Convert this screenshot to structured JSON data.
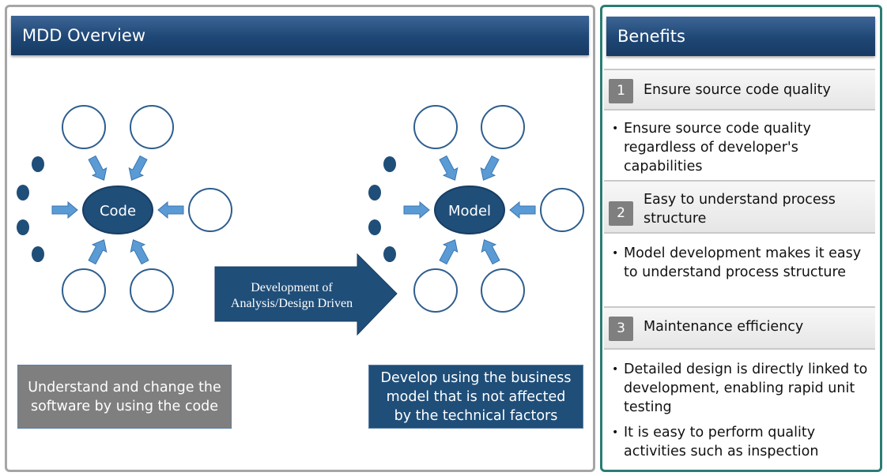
{
  "overview": {
    "title": "MDD Overview",
    "left_hub": "Code",
    "right_hub": "Model",
    "arrow_label_line1": "Development of",
    "arrow_label_line2": "Analysis/Design Driven",
    "caption_code": "Understand and change the software by using the code",
    "caption_model": "Develop using the business model that is not affected by the technical factors"
  },
  "benefits": {
    "title": "Benefits",
    "items": [
      {
        "number": "1",
        "title": "Ensure source code quality",
        "details": [
          "Ensure source code quality regardless of developer's capabilities"
        ]
      },
      {
        "number": "2",
        "title": "Easy to understand process structure",
        "details": [
          "Model development makes it easy to understand process structure"
        ]
      },
      {
        "number": "3",
        "title": "Maintenance efficiency",
        "details": [
          "Detailed design is directly linked to development, enabling rapid unit testing",
          "It is easy to perform quality activities such as inspection"
        ]
      }
    ]
  },
  "colors": {
    "header_blue": "#1f4775",
    "hub_fill": "#1f4e79",
    "arrow_blue": "#5b9bd5",
    "circle_stroke": "#2e5e8e",
    "gray_box": "#7f7f7f",
    "teal_border": "#2b7c73"
  }
}
